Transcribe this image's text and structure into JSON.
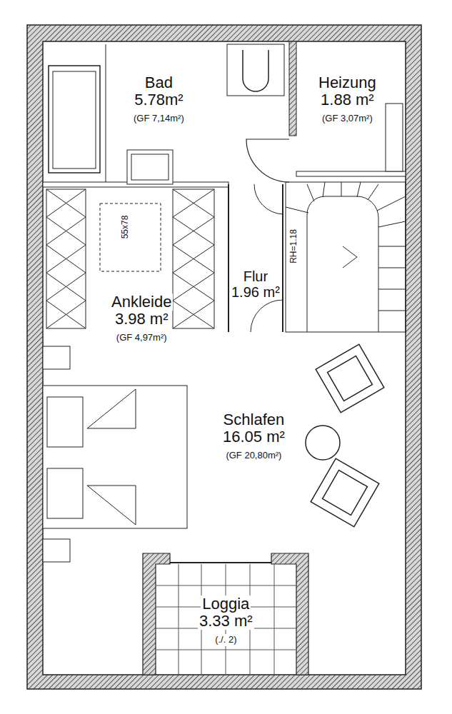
{
  "diagram": {
    "nodes": [
      {
        "text": [
          "Bad",
          "5.78m²",
          "(GF 7,14m²)"
        ]
      },
      {
        "text": [
          "Heizung",
          "1.88 m²",
          "(GF 3,07m²)"
        ]
      },
      {
        "text": [
          "Ankleide",
          "3.98 m²",
          "(GF 4,97m²)"
        ]
      },
      {
        "text": [
          "Flur",
          "1.96 m²"
        ]
      },
      {
        "text": [
          "Schlafen",
          "16.05 m²",
          "(GF 20,80m²)"
        ]
      },
      {
        "text": [
          "Loggia",
          "3.33 m²",
          "(./. 2)"
        ]
      }
    ],
    "labels": [
      "55x78",
      "RH=1.18"
    ]
  }
}
